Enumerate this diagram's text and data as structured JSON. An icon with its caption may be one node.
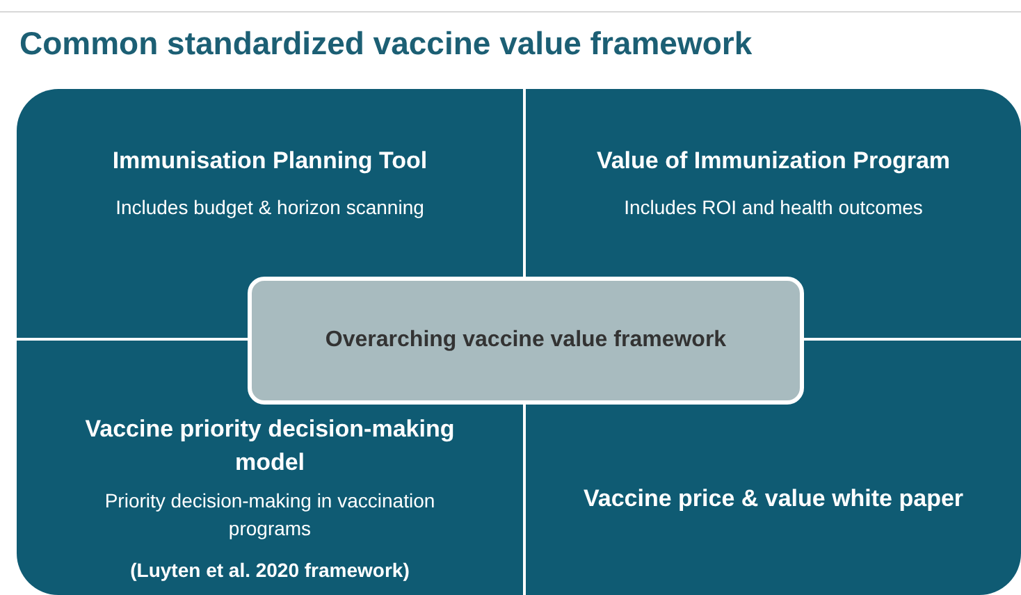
{
  "diagram": {
    "title": "Common standardized vaccine value framework",
    "nodes": [
      {
        "text": [
          "Immunisation Planning Tool",
          "Includes budget & horizon scanning"
        ]
      },
      {
        "text": [
          "Value of Immunization Program",
          "Includes ROI and health outcomes"
        ]
      },
      {
        "text": [
          "Vaccine priority decision-making model",
          "Priority decision-making in vaccination programs",
          "(Luyten et al. 2020 framework)"
        ]
      },
      {
        "text": [
          "Vaccine price & value white paper"
        ]
      },
      {
        "text": [
          "Overarching vaccine value framework"
        ]
      }
    ]
  }
}
